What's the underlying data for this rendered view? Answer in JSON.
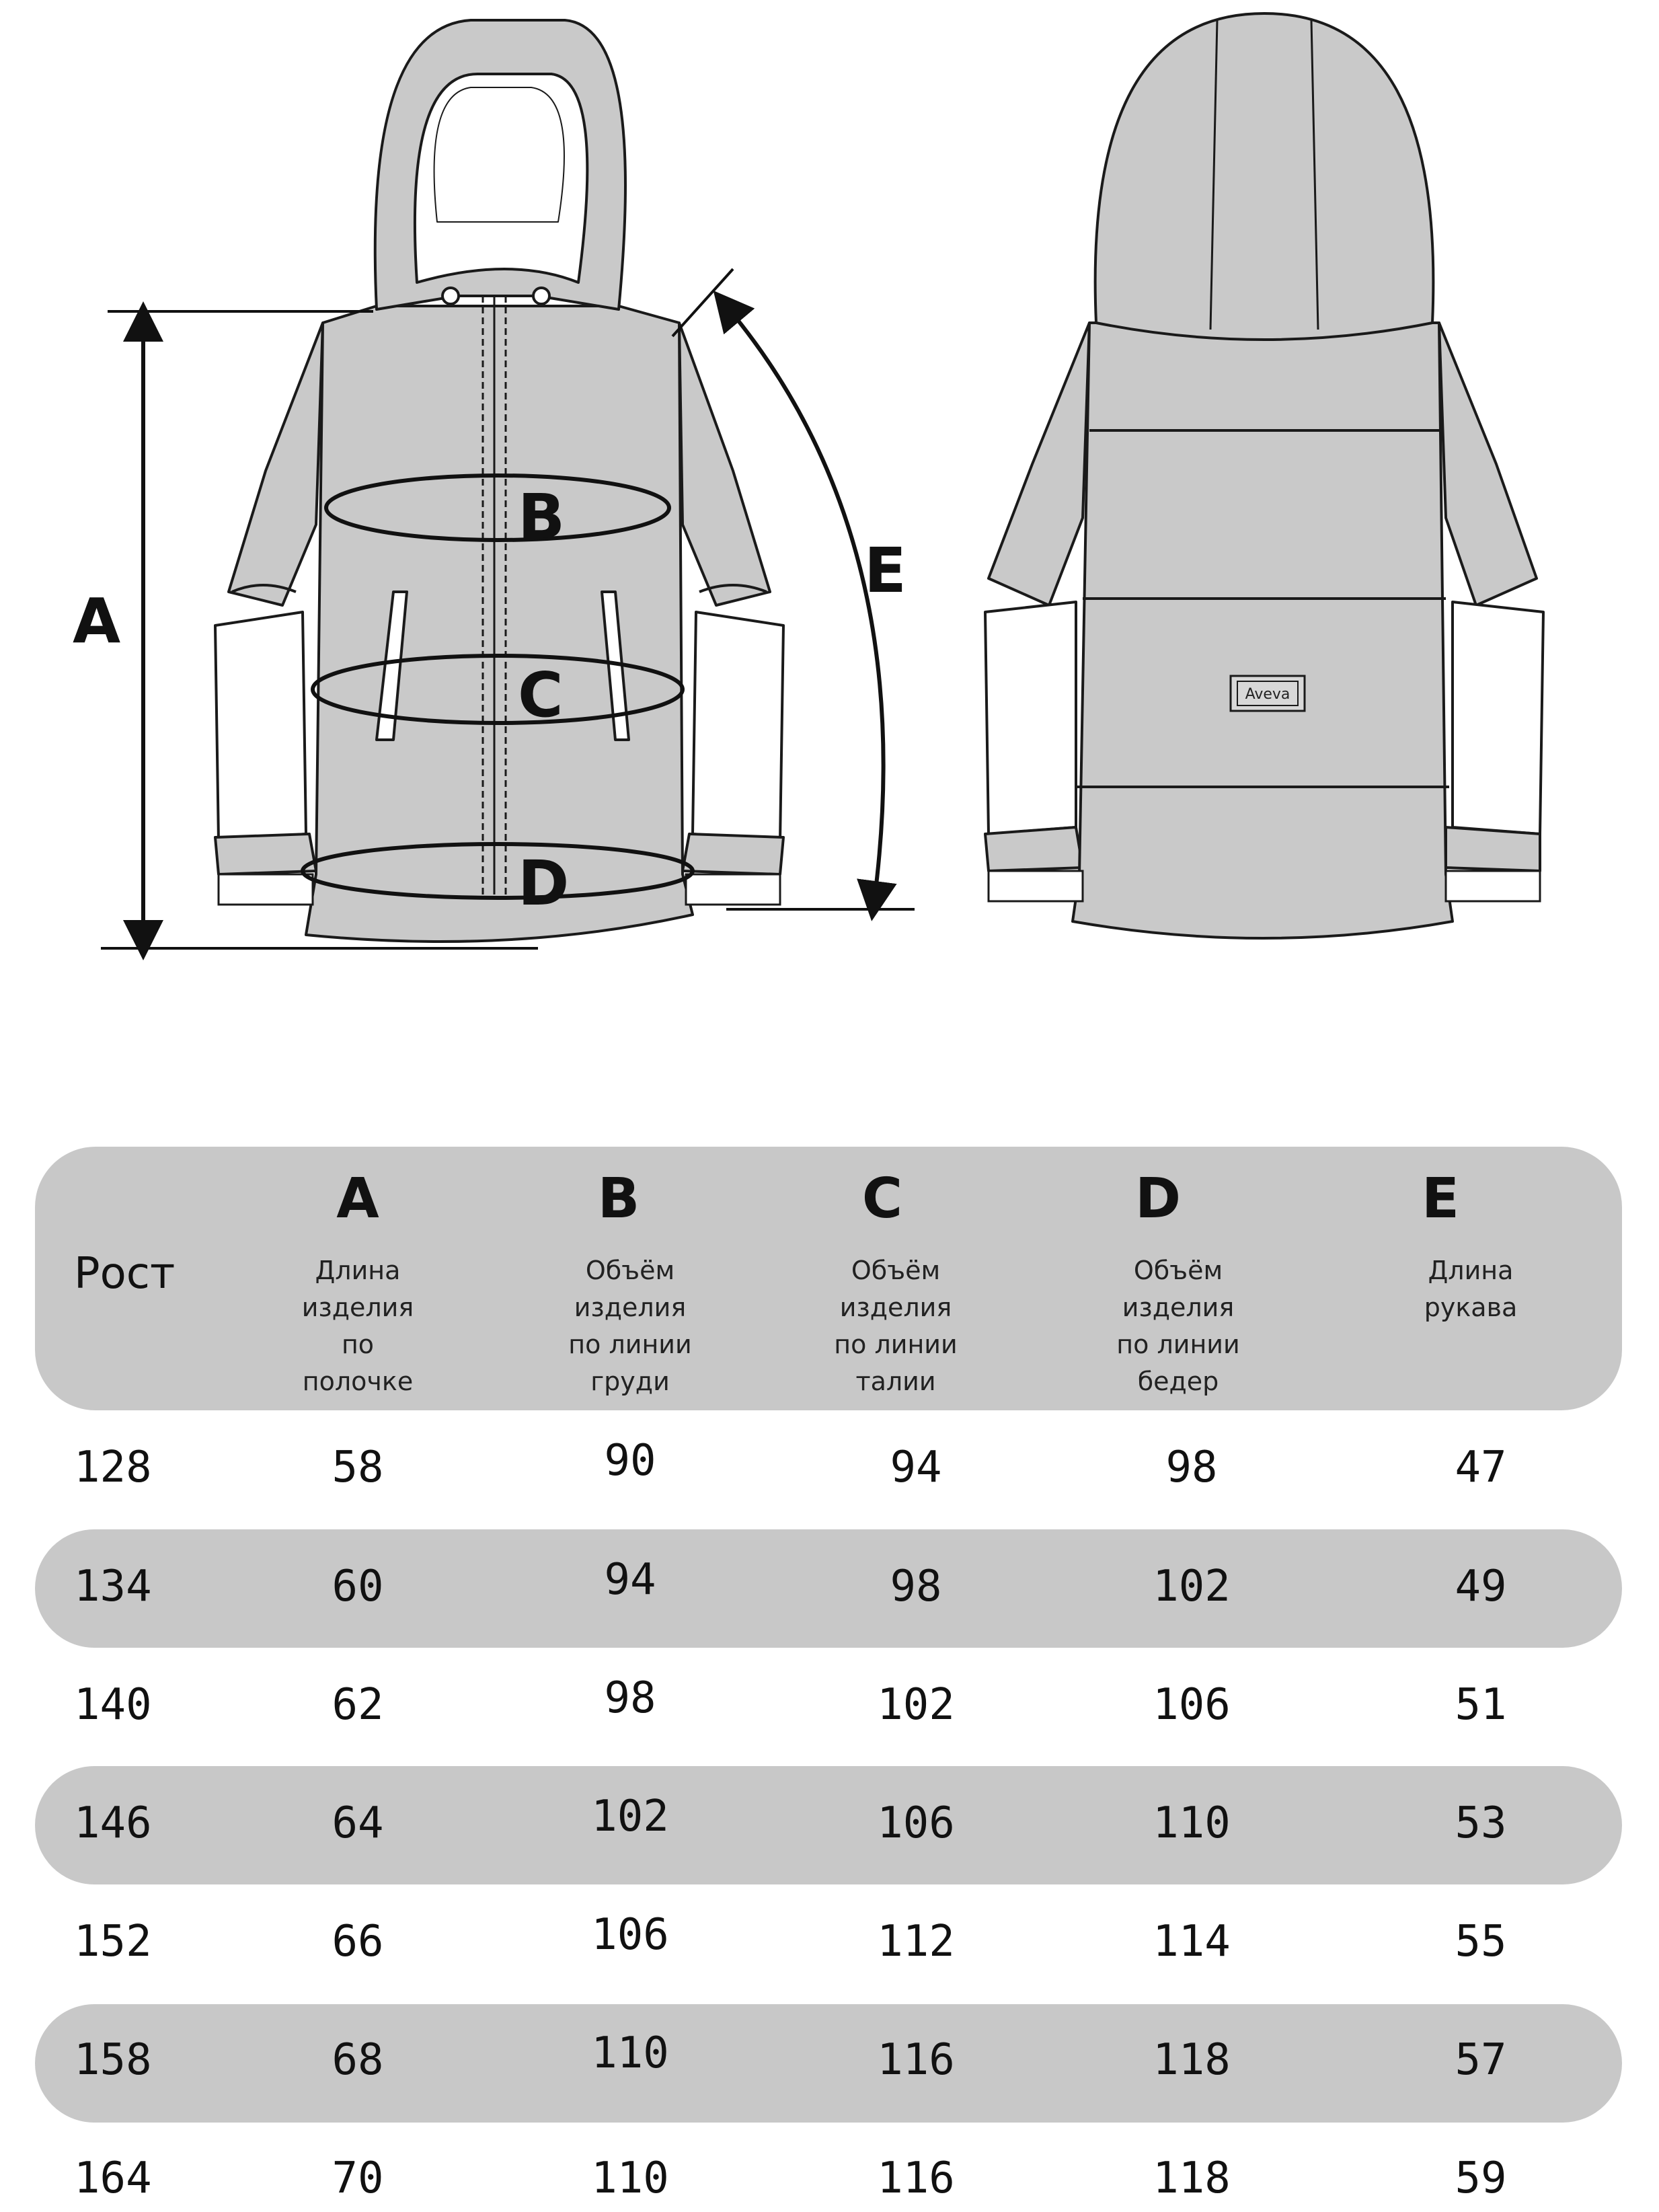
{
  "diagram": {
    "measure_labels": {
      "a": "A",
      "b": "B",
      "c": "C",
      "d": "D",
      "e": "E"
    },
    "colors": {
      "garment": "#c9c9c9",
      "outline": "#1a1a1a",
      "light_panel": "#ffffff"
    },
    "back_patch_logo": "Aveva"
  },
  "table": {
    "rost_label": "Рост",
    "columns": [
      {
        "letter": "A",
        "desc": [
          "Длина",
          "изделия",
          "по",
          "полочке"
        ]
      },
      {
        "letter": "B",
        "desc": [
          "Объём",
          "изделия",
          "по линии",
          "груди"
        ]
      },
      {
        "letter": "C",
        "desc": [
          "Объём",
          "изделия",
          "по линии",
          "талии"
        ]
      },
      {
        "letter": "D",
        "desc": [
          "Объём",
          "изделия",
          "по линии",
          "бедер"
        ]
      },
      {
        "letter": "E",
        "desc": [
          "Длина",
          "рукава"
        ]
      }
    ],
    "rows": [
      [
        "128",
        "58",
        "90",
        "94",
        "98",
        "47"
      ],
      [
        "134",
        "60",
        "94",
        "98",
        "102",
        "49"
      ],
      [
        "140",
        "62",
        "98",
        "102",
        "106",
        "51"
      ],
      [
        "146",
        "64",
        "102",
        "106",
        "110",
        "53"
      ],
      [
        "152",
        "66",
        "106",
        "112",
        "114",
        "55"
      ],
      [
        "158",
        "68",
        "110",
        "116",
        "118",
        "57"
      ],
      [
        "164",
        "70",
        "110",
        "116",
        "118",
        "59"
      ]
    ],
    "band_color": "#c8c8c8"
  }
}
